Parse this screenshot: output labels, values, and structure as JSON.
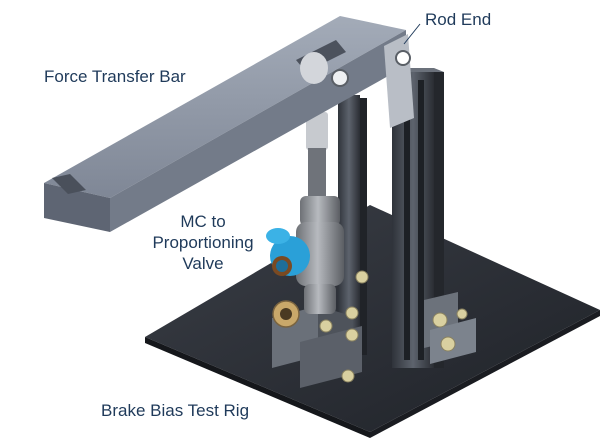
{
  "labels": {
    "rod_end": "Rod End",
    "force_transfer_bar": "Force Transfer Bar",
    "mc_line1": "MC to",
    "mc_line2": "Proportioning",
    "mc_line3": "Valve",
    "title": "Brake Bias Test Rig"
  },
  "colors": {
    "bar_top": "#8f97a6",
    "bar_side": "#5e6573",
    "base_plate": "#2c2f36",
    "extrusion": "#4a4f58",
    "valve_body": "#8b8e94",
    "fitting_blue": "#2aa0d8",
    "bolt": "#d9d0a0",
    "label_text": "#1f3a5a"
  }
}
